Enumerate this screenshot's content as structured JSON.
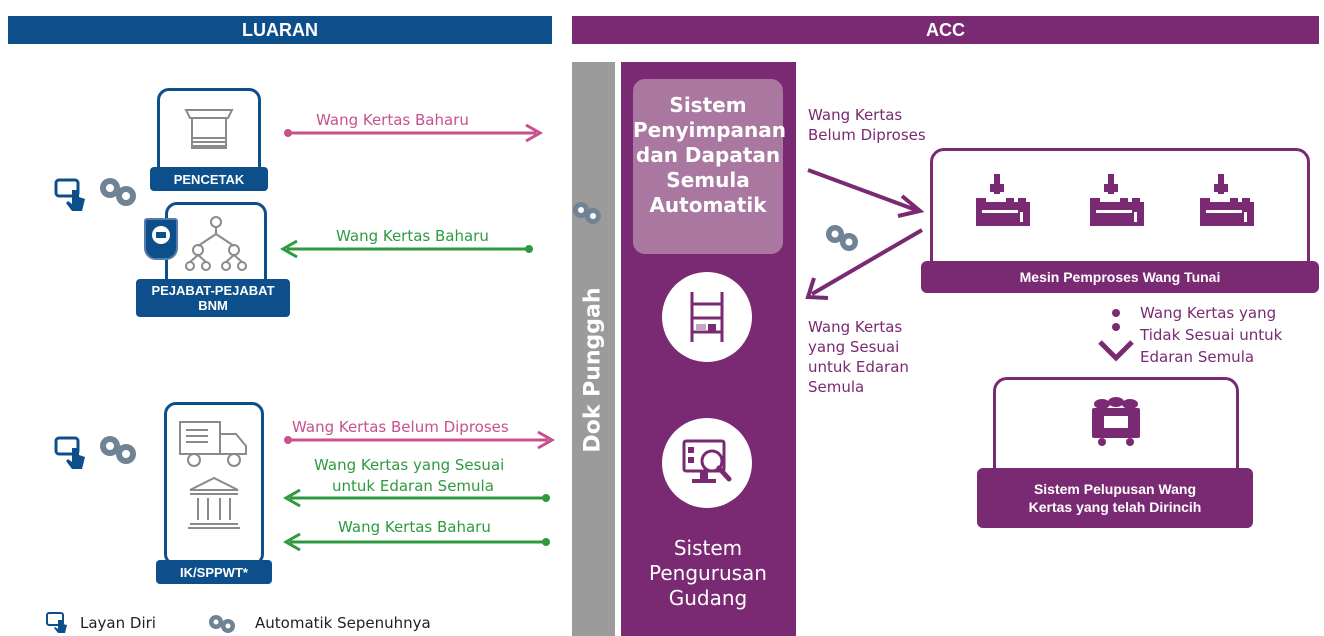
{
  "headers": {
    "external": "LUARAN",
    "acc": "ACC"
  },
  "dock_label": "Dok Punggah",
  "sources": {
    "printer": "PENCETAK",
    "bnm_offices": "PEJABAT-PEJABAT\nBNM",
    "ik": "IK/SPPWT*"
  },
  "flows": {
    "printer_to_acc": "Wang Kertas Baharu",
    "acc_to_bnm": "Wang Kertas Baharu",
    "ik_to_acc": "Wang Kertas Belum Diproses",
    "acc_to_ik_fit_line1": "Wang Kertas yang Sesuai",
    "acc_to_ik_fit_line2": "untuk Edaran Semula",
    "acc_to_ik_new": "Wang Kertas Baharu"
  },
  "acc": {
    "asrs_title": "Sistem\nPenyimpanan\ndan Dapatan\nSemula\nAutomatik",
    "wms_title": "Sistem\nPengurusan\nGudang",
    "unprocessed_line1": "Wang Kertas",
    "unprocessed_line2": "Belum Diproses",
    "fit_line1": "Wang Kertas",
    "fit_line2": "yang Sesuai",
    "fit_line3": "untuk Edaran",
    "fit_line4": "Semula",
    "cash_processor": "Mesin Pemproses Wang Tunai",
    "unfit_line1": "Wang Kertas yang",
    "unfit_line2": "Tidak Sesuai untuk",
    "unfit_line3": "Edaran Semula",
    "shred_line1": "Sistem Pelupusan Wang",
    "shred_line2": "Kertas yang telah Dirincih"
  },
  "legend": {
    "self_service": "Layan Diri",
    "fully_automatic": "Automatik Sepenuhnya"
  },
  "colors": {
    "blue": "#0d4f8b",
    "purple": "#7a2a72",
    "pink": "#c8508e",
    "green": "#2e9a3f",
    "dock_gray": "#9b9b9b"
  }
}
